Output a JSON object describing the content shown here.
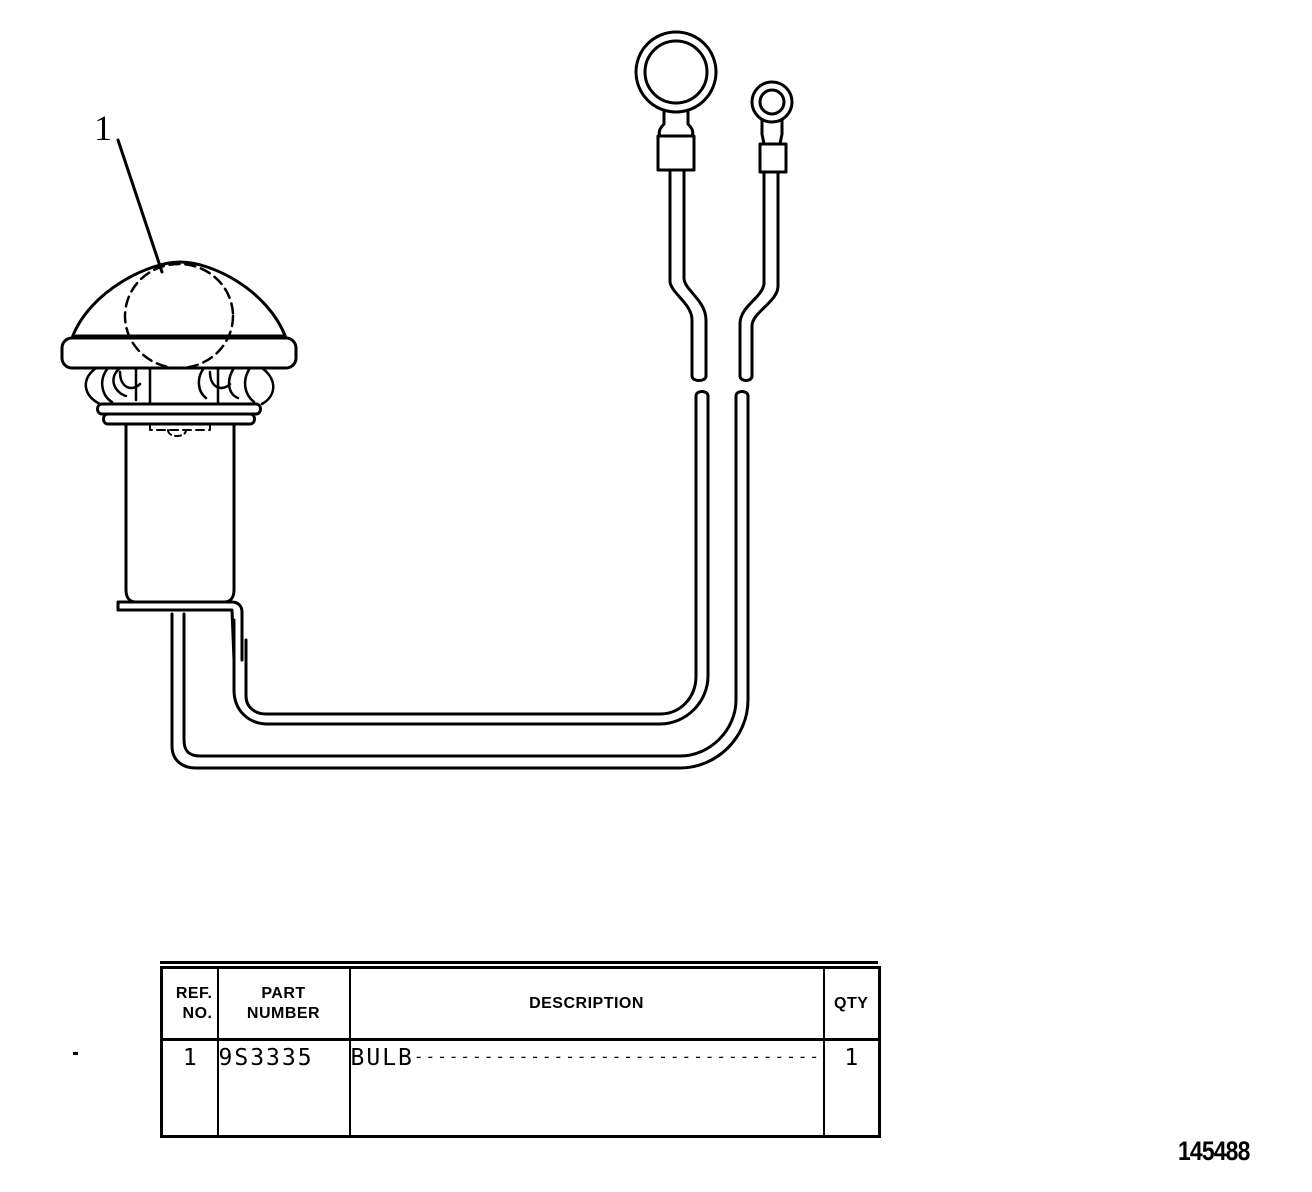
{
  "diagram": {
    "callout": "1",
    "document_number": "145488"
  },
  "parts_table": {
    "headers": {
      "ref_line1": "REF.",
      "ref_line2": "NO.",
      "part_line1": "PART",
      "part_line2": "NUMBER",
      "description": "DESCRIPTION",
      "qty": "QTY"
    },
    "rows": [
      {
        "ref": "1",
        "part_number": "9S3335",
        "description": "BULB",
        "leader": "--------------------------------------",
        "qty": "1"
      }
    ]
  }
}
